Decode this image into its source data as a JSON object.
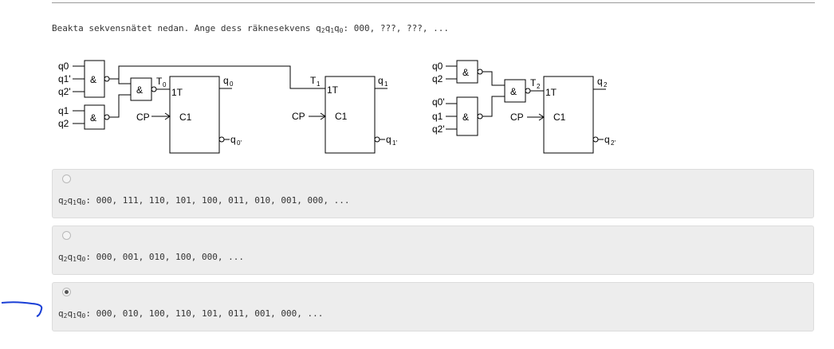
{
  "question": {
    "prefix": "Beakta sekvensnätet nedan. Ange dess räknesekvens ",
    "var_q2": "q",
    "sub_2": "2",
    "var_q1": "q",
    "sub_1": "1",
    "var_q0": "q",
    "sub_0": "0",
    "suffix": ": 000, ???, ???, ..."
  },
  "circuit": {
    "and_symbol": "&",
    "gate1_inputs": [
      "q0",
      "q1'",
      "q2'"
    ],
    "gate2_inputs": [
      "q1",
      "q2"
    ],
    "gate4_inputs": [
      "q0",
      "q2"
    ],
    "gate5_inputs": [
      "q0'",
      "q1",
      "q2'"
    ],
    "ff0": {
      "t_label": "T",
      "t_sub": "0",
      "t_in": "1T",
      "clk": "C1",
      "cp": "CP",
      "q": "q",
      "q_sub": "0",
      "qn_sub": "0'"
    },
    "ff1": {
      "t_label": "T",
      "t_sub": "1",
      "t_in": "1T",
      "clk": "C1",
      "cp": "CP",
      "q": "q",
      "q_sub": "1",
      "qn_sub": "1'"
    },
    "ff2": {
      "t_label": "T",
      "t_sub": "2",
      "t_in": "1T",
      "clk": "C1",
      "cp": "CP",
      "q": "q",
      "q_sub": "2",
      "qn_sub": "2'"
    }
  },
  "options": [
    {
      "selected": false,
      "var": "q",
      "s2": "2",
      "s1": "1",
      "s0": "0",
      "sequence": ": 000, 111, 110, 101, 100, 011, 010, 001, 000, ..."
    },
    {
      "selected": false,
      "var": "q",
      "s2": "2",
      "s1": "1",
      "s0": "0",
      "sequence": ": 000, 001, 010, 100, 000, ..."
    },
    {
      "selected": true,
      "var": "q",
      "s2": "2",
      "s1": "1",
      "s0": "0",
      "sequence": ": 000, 010, 100, 110, 101, 011, 001, 000, ..."
    }
  ],
  "colors": {
    "option_bg": "#ededed",
    "annotation": "#1a3fd6"
  }
}
